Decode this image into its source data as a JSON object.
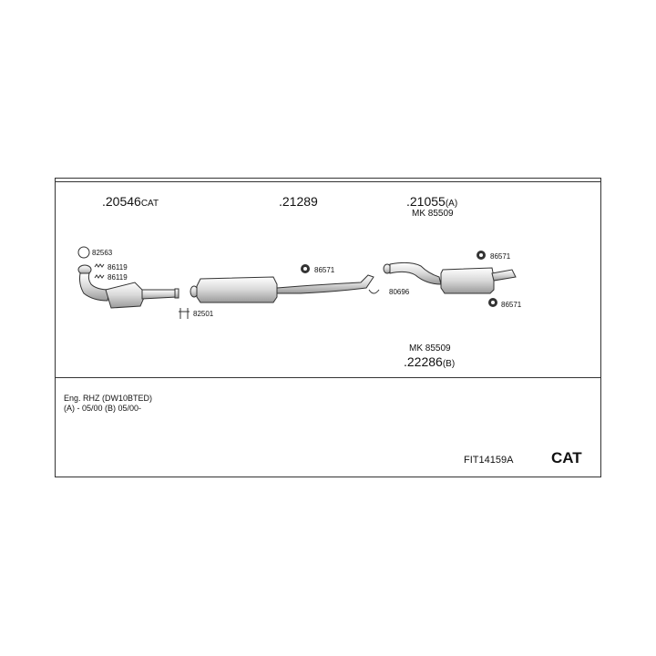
{
  "parts": {
    "catalyst": {
      "number": ".20546",
      "suffix": "CAT"
    },
    "middle": {
      "number": ".21289"
    },
    "rear_a": {
      "number": ".21055",
      "suffix": "(A)",
      "kit": "MK 85509"
    },
    "rear_b": {
      "number": ".22286",
      "suffix": "(B)",
      "kit": "MK 85509"
    }
  },
  "accessories": {
    "a82563": "82563",
    "a86119_1": "86119",
    "a86119_2": "86119",
    "a82501": "82501",
    "a86571_mid": "86571",
    "a80696": "80696",
    "a86571_top": "86571",
    "a86571_bot": "86571"
  },
  "notes": {
    "engine": "Eng. RHZ (DW10BTED)",
    "validity": "(A) - 05/00 (B) 05/00-"
  },
  "footer": {
    "kit_code": "FIT14159A",
    "badge": "CAT"
  },
  "colors": {
    "line": "#333333",
    "pipe_fill": "#e8e8e8"
  }
}
